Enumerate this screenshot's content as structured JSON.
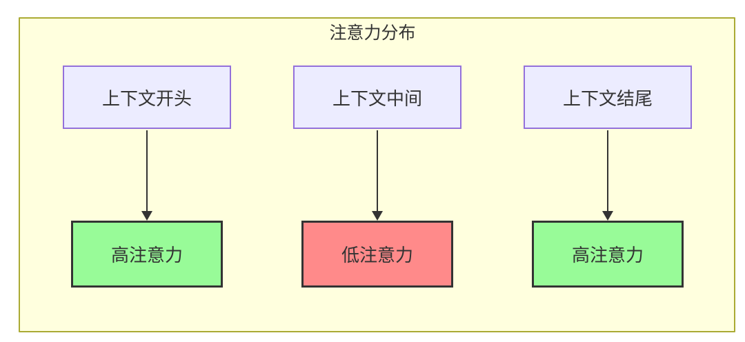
{
  "diagram": {
    "title": "注意力分布",
    "colors": {
      "container_bg": "#FFFFDE",
      "container_border": "#AAAA33",
      "top_node_bg": "#ECECFF",
      "top_node_border": "#9370DB",
      "high_attention_bg": "#98FB98",
      "low_attention_bg": "#FF8A8A",
      "bottom_node_border": "#333333",
      "arrow_color": "#333333",
      "text_color": "#333333"
    },
    "columns": [
      {
        "top": {
          "label": "上下文开头"
        },
        "bottom": {
          "label": "高注意力",
          "status": "high"
        }
      },
      {
        "top": {
          "label": "上下文中间"
        },
        "bottom": {
          "label": "低注意力",
          "status": "low"
        }
      },
      {
        "top": {
          "label": "上下文结尾"
        },
        "bottom": {
          "label": "高注意力",
          "status": "high"
        }
      }
    ]
  }
}
